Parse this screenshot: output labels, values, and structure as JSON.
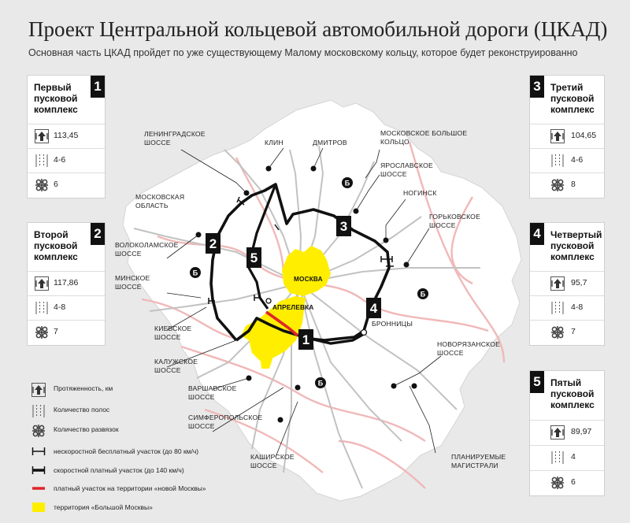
{
  "title": "Проект Центральной кольцевой автомобильной дороги (ЦКАД)",
  "subtitle": "Основная часть ЦКАД пройдет по уже существующему Малому московскому кольцу, которое будет реконструированно",
  "colors": {
    "ring": "#111111",
    "paid_new_moscow": "#e0242a",
    "big_moscow": "#ffee00",
    "roads": "#f1b8b8",
    "region": "#ffffff"
  },
  "complexes": [
    {
      "number": "1",
      "title": "Первый пусковой комплекс",
      "length": "113,45",
      "lanes": "4-6",
      "interchanges": "6"
    },
    {
      "number": "2",
      "title": "Второй пусковой комплекс",
      "length": "117,86",
      "lanes": "4-8",
      "interchanges": "7"
    },
    {
      "number": "3",
      "title": "Третий пусковой комплекс",
      "length": "104,65",
      "lanes": "4-6",
      "interchanges": "8"
    },
    {
      "number": "4",
      "title": "Четвертый пусковой комплекс",
      "length": "95,7",
      "lanes": "4-8",
      "interchanges": "7"
    },
    {
      "number": "5",
      "title": "Пятый пусковой комплекс",
      "length": "89,97",
      "lanes": "4",
      "interchanges": "6"
    }
  ],
  "map_labels": {
    "leningradskoe": "ЛЕНИНГРАДСКОЕ ШОССЕ",
    "klin": "КЛИН",
    "dmitrov": "ДМИТРОВ",
    "mbk": "МОСКОВСКОЕ БОЛЬШОЕ КОЛЬЦО",
    "yaroslavskoe": "ЯРОСЛАВСКОЕ ШОССЕ",
    "noginsk": "НОГИНСК",
    "gorkovskoe": "ГОРЬКОВСКОЕ ШОССЕ",
    "region": "МОСКОВСКАЯ ОБЛАСТЬ",
    "volokolamskoe": "ВОЛОКОЛАМСКОЕ ШОССЕ",
    "minskoe": "МИНСКОЕ ШОССЕ",
    "moskva": "МОСКВА",
    "aprelevka": "АПРЕЛЕВКА",
    "bronnitsy": "БРОННИЦЫ",
    "kievskoe": "КИЕВСКОЕ ШОССЕ",
    "kaluzhskoe": "КАЛУЖСКОЕ ШОССЕ",
    "varshavskoe": "ВАРШАВСКОЕ ШОССЕ",
    "simferopolskoe": "СИМФЕРОПОЛЬСКОЕ ШОССЕ",
    "novoryazanskoe": "НОВОРЯЗАНСКОЕ ШОССЕ",
    "kashirskoe": "КАШИРСКОЕ ШОССЕ",
    "planned": "ПЛАНИРУЕМЫЕ МАГИСТРАЛИ",
    "mbk_marker": "Б",
    "ring_numbers": [
      "1",
      "2",
      "3",
      "4",
      "5"
    ]
  },
  "legend": [
    {
      "icon": "length-arrow-icon",
      "text": "Протяженность, км"
    },
    {
      "icon": "lanes-icon",
      "text": "Количество полос"
    },
    {
      "icon": "interchange-icon",
      "text": "Количество развязок"
    },
    {
      "icon": "free-section-icon",
      "text": "нескоростной бесплатный участок (до 80 км/ч)"
    },
    {
      "icon": "toll-section-icon",
      "text": "скоростной платный участок (до 140 км/ч)"
    },
    {
      "icon": "new-moscow-toll-icon",
      "text": "платный участок на территории «новой Москвы»"
    },
    {
      "icon": "big-moscow-territory-icon",
      "text": "территория «Большой Москвы»"
    }
  ]
}
